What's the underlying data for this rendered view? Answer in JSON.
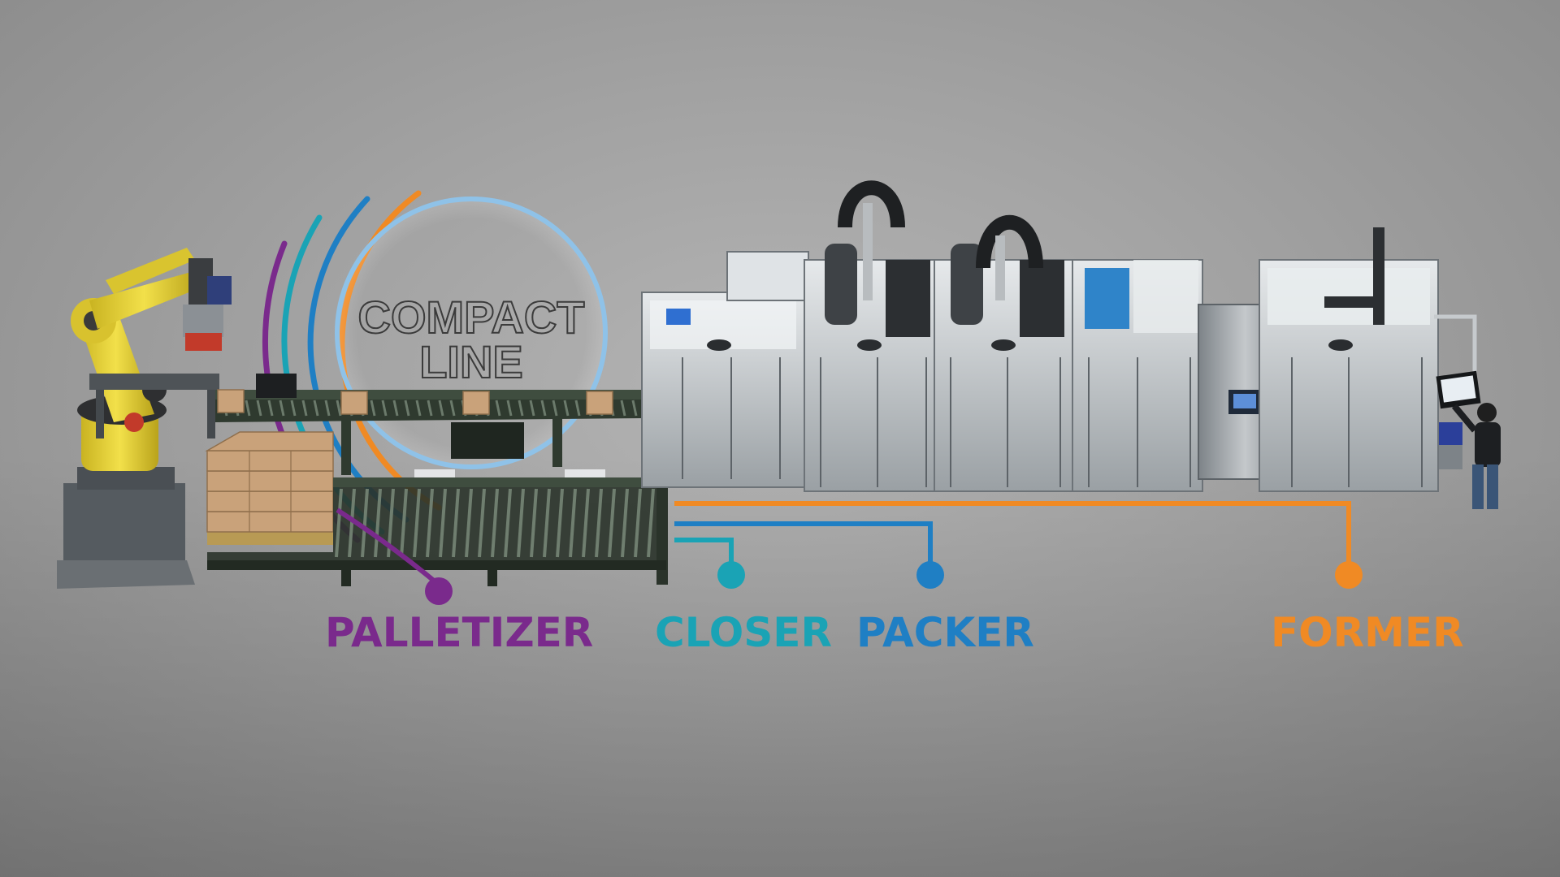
{
  "title": {
    "line1": "COMPACT",
    "line2": "LINE"
  },
  "stations": [
    {
      "label": "PALLETIZER",
      "color": "#7a2a8c"
    },
    {
      "label": "CLOSER",
      "color": "#1aa3b5"
    },
    {
      "label": "PACKER",
      "color": "#1f7fc4"
    },
    {
      "label": "FORMER",
      "color": "#f08a24"
    }
  ],
  "colors": {
    "background": "#a6a6a6",
    "robot": "#e8d23a",
    "machine_frame": "#cfd3d6",
    "conveyor": "#2f3a2f",
    "box": "#c9a27a",
    "belt": "#2b3f9a"
  }
}
